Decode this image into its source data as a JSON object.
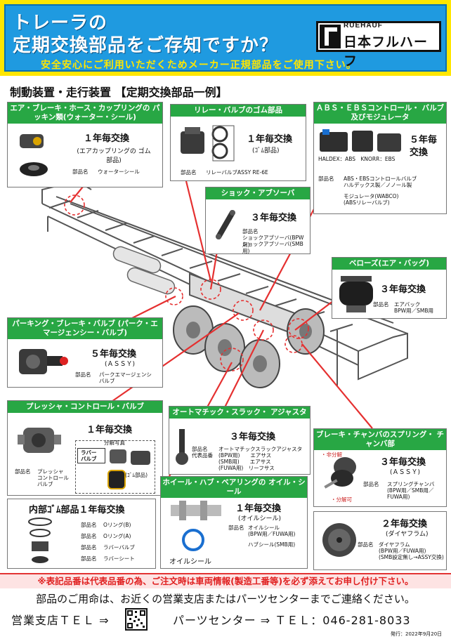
{
  "header": {
    "title_line1": "トレーラの",
    "title_line2": "定期交換部品をご存知ですか？",
    "subtitle": "安全安心にご利用いただくためメーカー正規部品をご使用下さい。",
    "logo_top": "RUEHAUF",
    "logo_main": "日本フルハーフ"
  },
  "section_heading": "制動装置・走行装置 【定期交換部品一例】",
  "cards": {
    "coupling": {
      "title": "エア・ブレーキ・ホース・カップリングの パッキン類(ウォーター・シール)",
      "interval": "１年毎交換",
      "note": "(エアカップリングの ゴム部品)",
      "part_label": "部品名",
      "part_name": "ウォーターシール"
    },
    "relay": {
      "title": "リレー・バルブのゴム部品",
      "interval": "１年毎交換",
      "note": "(ｺﾞﾑ部品)",
      "part_label": "部品名",
      "part_name": "リレーバルブASSY RE-6E"
    },
    "abs": {
      "title": "ＡＢＳ・ＥＢＳコントロール・ バルブ及びモジュレータ",
      "interval_line1": "５年毎",
      "interval_line2": "交換",
      "maker_labels": "HALDEX：ABS　KNORR：EBS",
      "part_label": "部品名",
      "part_name1": "ABS・EBSコントロールバルブ",
      "part_name2": "ハルデックス製／ノノール製",
      "part_name3": "モジュレータ(WABCO)",
      "part_name4": "(ABSリレーバルブ)"
    },
    "shock": {
      "title": "ショック・アブソーバ",
      "interval": "３年毎交換",
      "part_label": "部品名",
      "part_name1": "ショックアブソーバ(BPW用)",
      "part_name2": "ショックアブソーバ(SMB用)"
    },
    "bellows": {
      "title": "ベローズ(エア・バッグ)",
      "interval": "３年毎交換",
      "part_label": "部品名",
      "part_name1": "エアバック",
      "part_name2": "BPW用／SMB用"
    },
    "parking": {
      "title": "パーキング・ブレーキ・バルブ (パーク・エマージェンシー・バルブ)",
      "interval": "５年毎交換",
      "note": "(ＡＳＳＹ)",
      "part_label": "部品名",
      "part_name1": "パークエマージェンシ",
      "part_name2": "バルブ"
    },
    "pressure": {
      "title": "プレッシャ・コントロール・バルブ",
      "interval": "１年毎交換",
      "part_label": "部品名",
      "part_name1": "プレッシャ",
      "part_name2": "コントロール",
      "part_name3": "バルブ",
      "inset_title": "分解写真",
      "inset_label1": "ラバー",
      "inset_label2": "バルブ",
      "inset_note": "(ｺﾞﾑ部品)"
    },
    "internal": {
      "title": "内部ｺﾞﾑ部品１年毎交換",
      "part_label": "部品名",
      "row1": "Oリング(B)",
      "row2": "Oリング(A)",
      "row3": "ラバーバルブ",
      "row4": "ラバーシート"
    },
    "slack": {
      "title": "オートマチック・スラック・ アジャスタ",
      "interval": "３年毎交換",
      "part_label": "部品名",
      "rep_label": "代表品番",
      "part_name": "オートマチックスラックアジャスタ",
      "rows": [
        "(BPW用)　　エアサス",
        "(SMB用)　　エアサス",
        "(FUWA用)　リーフサス"
      ]
    },
    "hub": {
      "title": "ホイール・ハブ・ベアリングの オイル・シール",
      "interval": "１年毎交換",
      "note": "(オイルシール)",
      "part_label": "部品名",
      "part_name1": "オイルシール",
      "part_name2": "(BPW用／FUWA用)",
      "part_name3": "ハブシール(SMB用)",
      "caption": "オイルシール"
    },
    "chamber": {
      "title": "ブレーキ・チャンバのスプリング・ チャンバ部",
      "interval": "３年毎交換",
      "note": "(ＡＳＳＹ)",
      "part_label": "部品名",
      "part_name1": "スプリングチャンバ",
      "part_name2": "(BPW用／SMB用／",
      "part_name3": "FUWA用)",
      "tag1": "・非分解",
      "tag2": "・分解可"
    },
    "diaphragm": {
      "interval": "２年毎交換",
      "note": "(ダイヤフラム)",
      "part_label": "部品名",
      "part_name1": "ダイヤフラム",
      "part_name2": "(BPW用／FUWA用)",
      "part_name3": "(SMB設定無し→ASSY交換)"
    }
  },
  "footer": {
    "warning": "※表記品番は代表品番の為、ご注文時は車両情報(製造工番等)を必ず添えてお申し付け下さい。",
    "contact": "部品のご用命は、お近くの営業支店またはパーツセンターまでご連絡ください。",
    "branch_tel": "営業支店ＴＥＬ ⇒",
    "parts_tel": "パーツセンター ⇒ ＴＥＬ：046-281-8033",
    "date": "発行：2022年9月20日"
  },
  "colors": {
    "header_bg": "#ffe600",
    "title_panel": "#1f9ae0",
    "card_head": "#28a744",
    "accent_red": "#e02020"
  }
}
